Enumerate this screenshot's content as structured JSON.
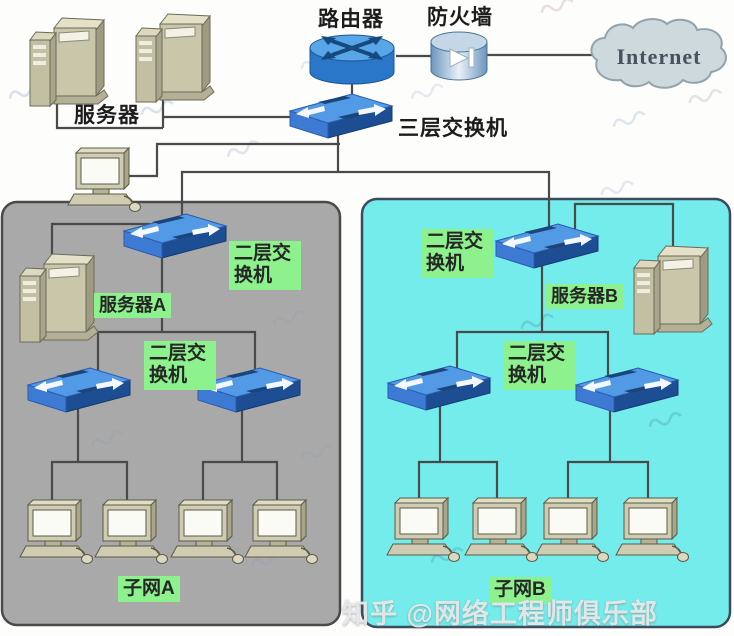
{
  "network": {
    "router_label": "路由器",
    "firewall_label": "防火墙",
    "internet_label": "Internet",
    "core_switch_label": "三层交换机",
    "server_group_label": "服务器"
  },
  "subnet_a": {
    "name": "子网A",
    "access_switch_label": "二层交换机",
    "server_label": "服务器A",
    "floor_switch_label": "二层交换机",
    "computer_count": 4
  },
  "subnet_b": {
    "name": "子网B",
    "access_switch_label": "二层交换机",
    "server_label": "服务器B",
    "floor_switch_label": "二层交换机",
    "computer_count": 4
  },
  "watermark_text": "知乎 @网络工程师俱乐部",
  "icons": {
    "router": "blue-cylinder-with-x-arrows",
    "firewall": "cylinder-with-play-beacon",
    "switch": "blue-3d-box-with-arrows",
    "server": "beige-tower-pair",
    "computer": "desktop-monitor-with-mouse",
    "internet": "gray-cloud"
  },
  "colors": {
    "subnet_a_bg": "#a9a9a9",
    "subnet_b_bg": "#74ecec",
    "label_bg": "#8df28d",
    "switch_top": "#529ae6",
    "switch_front": "#3c7ad4",
    "switch_side": "#1d4e94",
    "line": "#4a4a4a",
    "cloud_fill": "#cdd9dd"
  }
}
